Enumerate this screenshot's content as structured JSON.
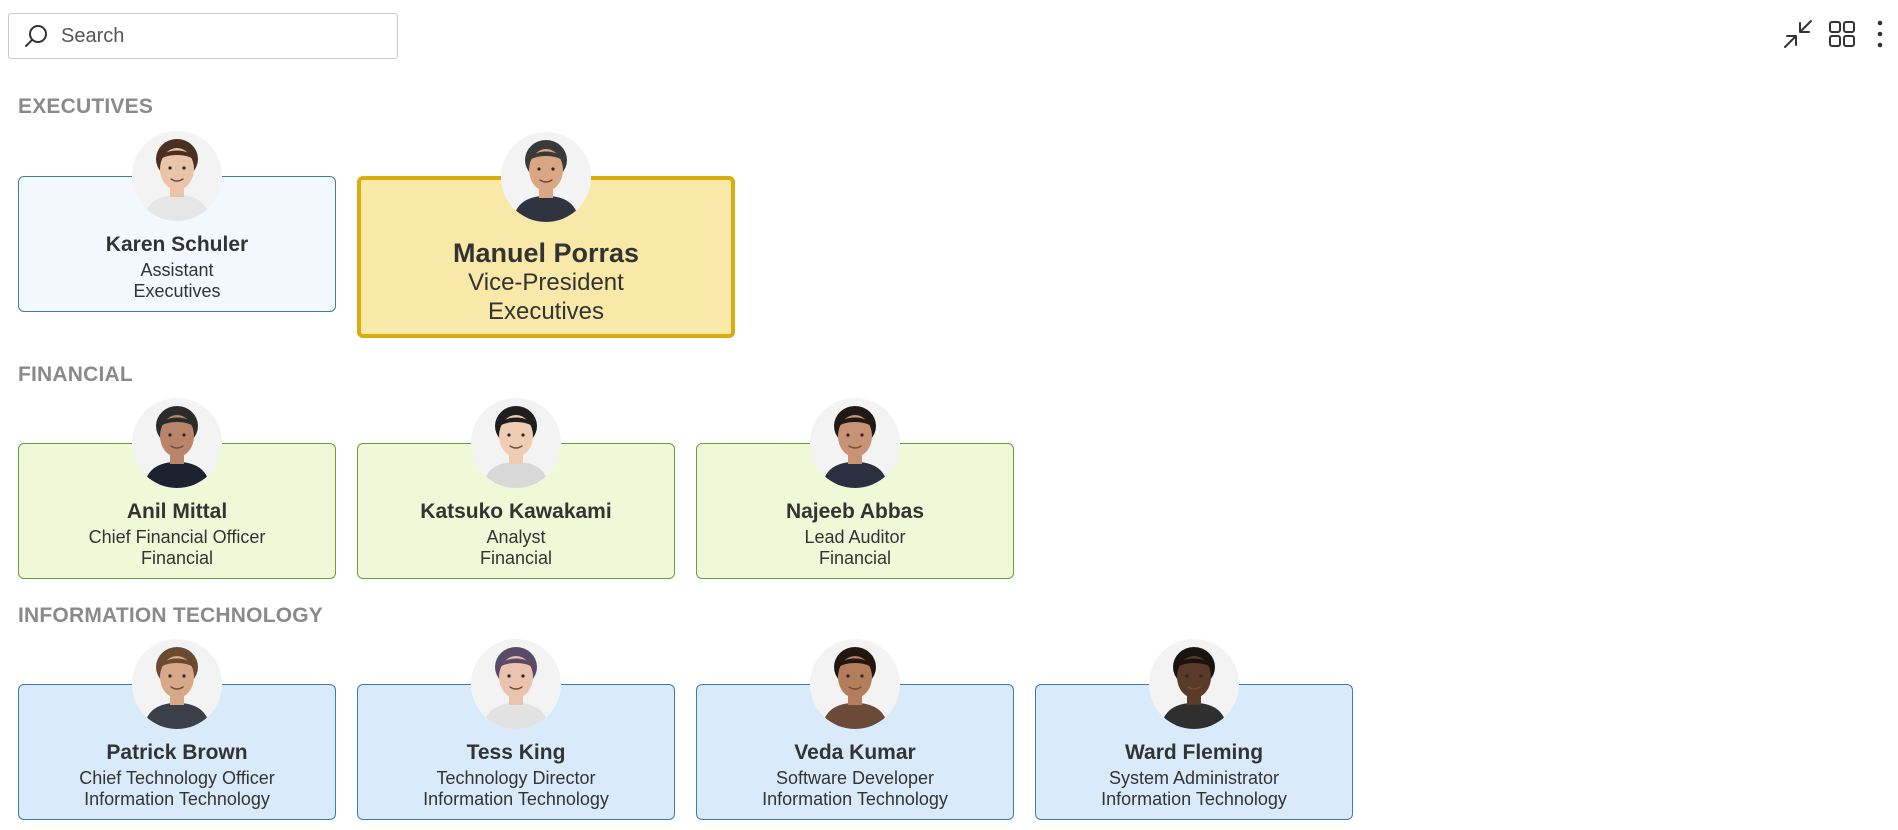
{
  "search": {
    "placeholder": "Search",
    "value": ""
  },
  "toolbar": {
    "collapse_icon": "collapse-arrows-icon",
    "grid_icon": "grid-view-icon",
    "more_icon": "more-vertical-icon"
  },
  "sections": [
    {
      "title": "EXECUTIVES",
      "employees": [
        {
          "name": "Karen Schuler",
          "title": "Assistant",
          "department": "Executives",
          "skin": "#e9c4a8",
          "hair": "#4a2f22",
          "shirt": "#e6e6e6"
        },
        {
          "name": "Manuel Porras",
          "title": "Vice-President",
          "department": "Executives",
          "skin": "#d9a784",
          "hair": "#3a3a3a",
          "shirt": "#2f3440"
        }
      ]
    },
    {
      "title": "FINANCIAL",
      "employees": [
        {
          "name": "Anil Mittal",
          "title": "Chief Financial Officer",
          "department": "Financial",
          "skin": "#b9856a",
          "hair": "#2b2b2b",
          "shirt": "#1e2230"
        },
        {
          "name": "Katsuko Kawakami",
          "title": "Analyst",
          "department": "Financial",
          "skin": "#eecdb2",
          "hair": "#1e1e1e",
          "shirt": "#d8d8d8"
        },
        {
          "name": "Najeeb Abbas",
          "title": "Lead Auditor",
          "department": "Financial",
          "skin": "#c89274",
          "hair": "#1f1a17",
          "shirt": "#2a3040"
        }
      ]
    },
    {
      "title": "INFORMATION TECHNOLOGY",
      "employees": [
        {
          "name": "Patrick Brown",
          "title": "Chief Technology Officer",
          "department": "Information Technology",
          "skin": "#d7a988",
          "hair": "#6b4a32",
          "shirt": "#3a3f4a"
        },
        {
          "name": "Tess King",
          "title": "Technology Director",
          "department": "Information Technology",
          "skin": "#eac2ad",
          "hair": "#5a4a6a",
          "shirt": "#e2e2e2"
        },
        {
          "name": "Veda Kumar",
          "title": "Software Developer",
          "department": "Information Technology",
          "skin": "#b47e5c",
          "hair": "#22170f",
          "shirt": "#6b4a3a"
        },
        {
          "name": "Ward Fleming",
          "title": "System Administrator",
          "department": "Information Technology",
          "skin": "#5a3a28",
          "hair": "#1a1410",
          "shirt": "#2f2f2f"
        }
      ]
    }
  ]
}
